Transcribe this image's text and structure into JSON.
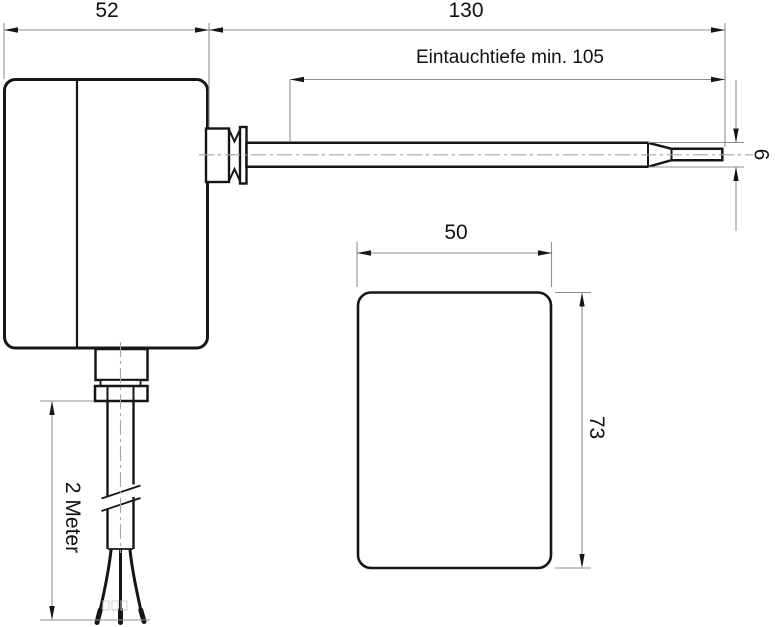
{
  "drawing": {
    "kind": "technical-dimension-drawing",
    "views": {
      "side_view": "sensor housing with immersion probe and cable",
      "front_view": "housing front face"
    },
    "labels": {
      "housing_width": "52",
      "probe_length": "130",
      "immersion_depth": "Eintauchtiefe min. 105",
      "probe_diameter": "6",
      "front_width": "50",
      "front_height": "73",
      "cable_length": "2 Meter"
    },
    "colors": {
      "object_line": "#161616",
      "dim_line": "#8f8f8f",
      "centerline": "#a6a6a6",
      "text_color": "#111111",
      "bg": "#ffffff",
      "faint": "#c9c9c9"
    }
  }
}
